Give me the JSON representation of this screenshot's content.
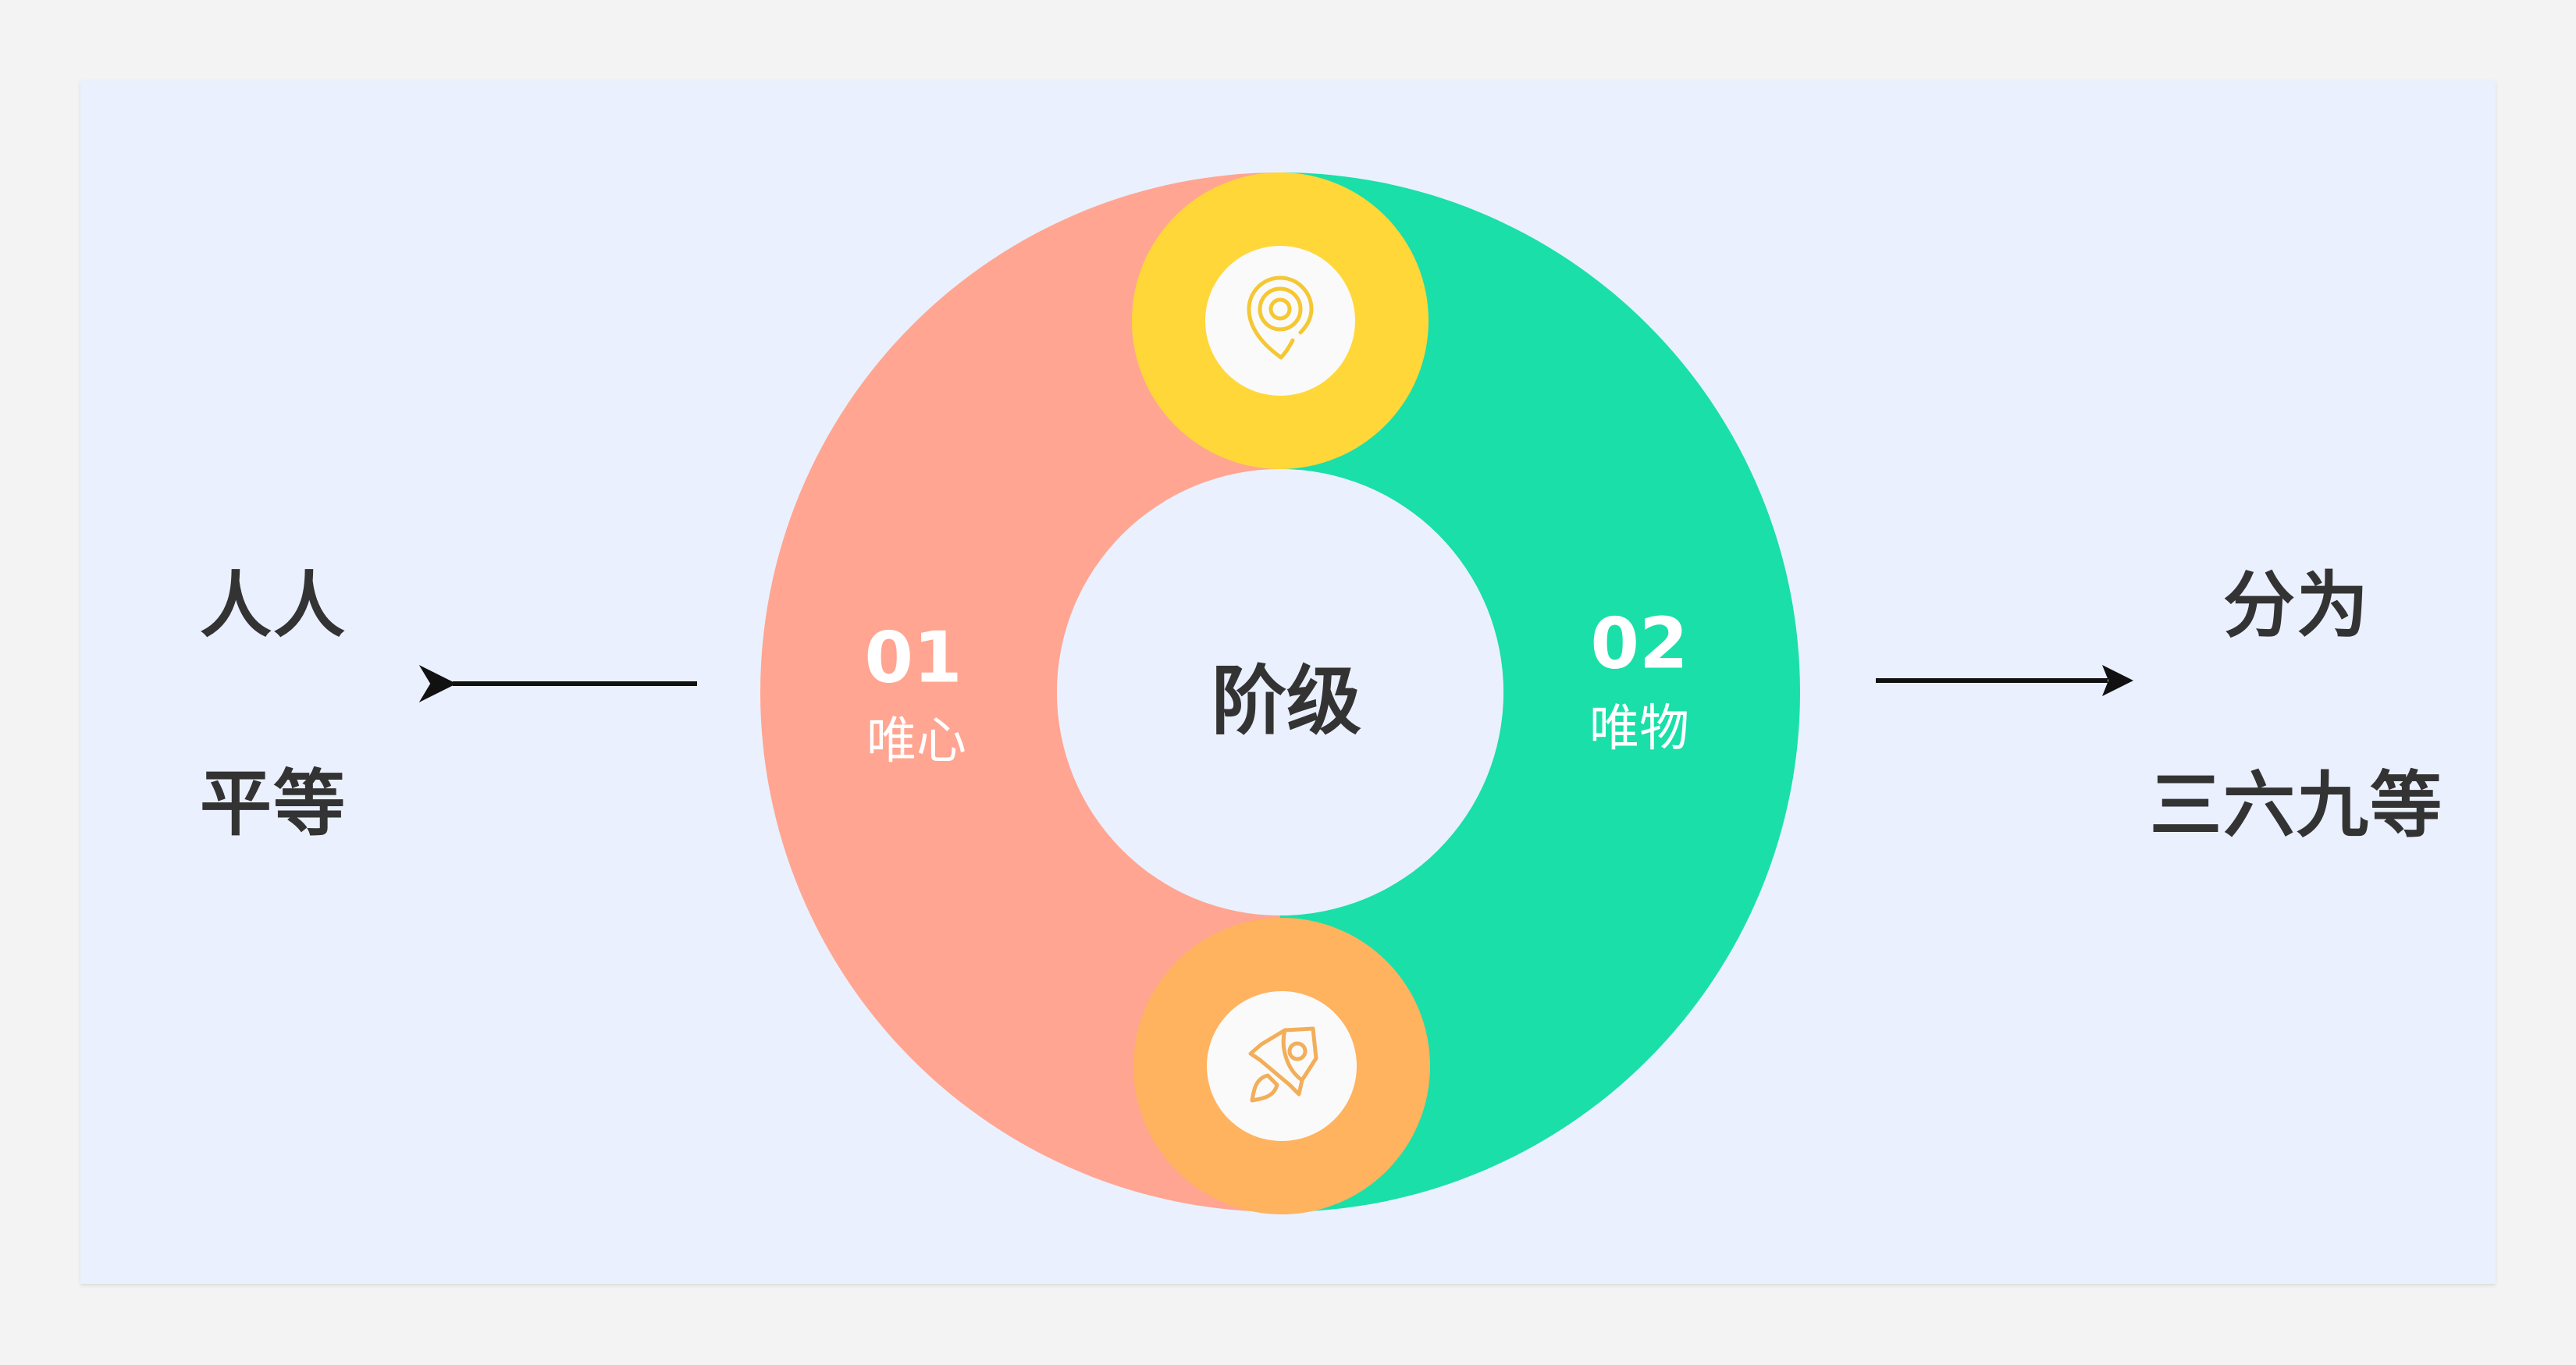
{
  "center": {
    "label": "阶级"
  },
  "left": {
    "number": "01",
    "label": "唯心",
    "color": "#ffa591",
    "side_lines": [
      "人人",
      "平等"
    ]
  },
  "right": {
    "number": "02",
    "label": "唯物",
    "color": "#1adfa8",
    "side_lines": [
      "分为",
      "三六九等"
    ]
  },
  "top_node": {
    "icon": "location-pin-icon",
    "color": "#ffd739",
    "icon_color": "#f5c733"
  },
  "bottom_node": {
    "icon": "rocket-icon",
    "color": "#ffb35e",
    "icon_color": "#f3ae5a"
  },
  "colors": {
    "background": "#eaf0fd",
    "text": "#333333",
    "inner_circle": "#eaf0fd",
    "icon_bg": "#fafafa"
  }
}
